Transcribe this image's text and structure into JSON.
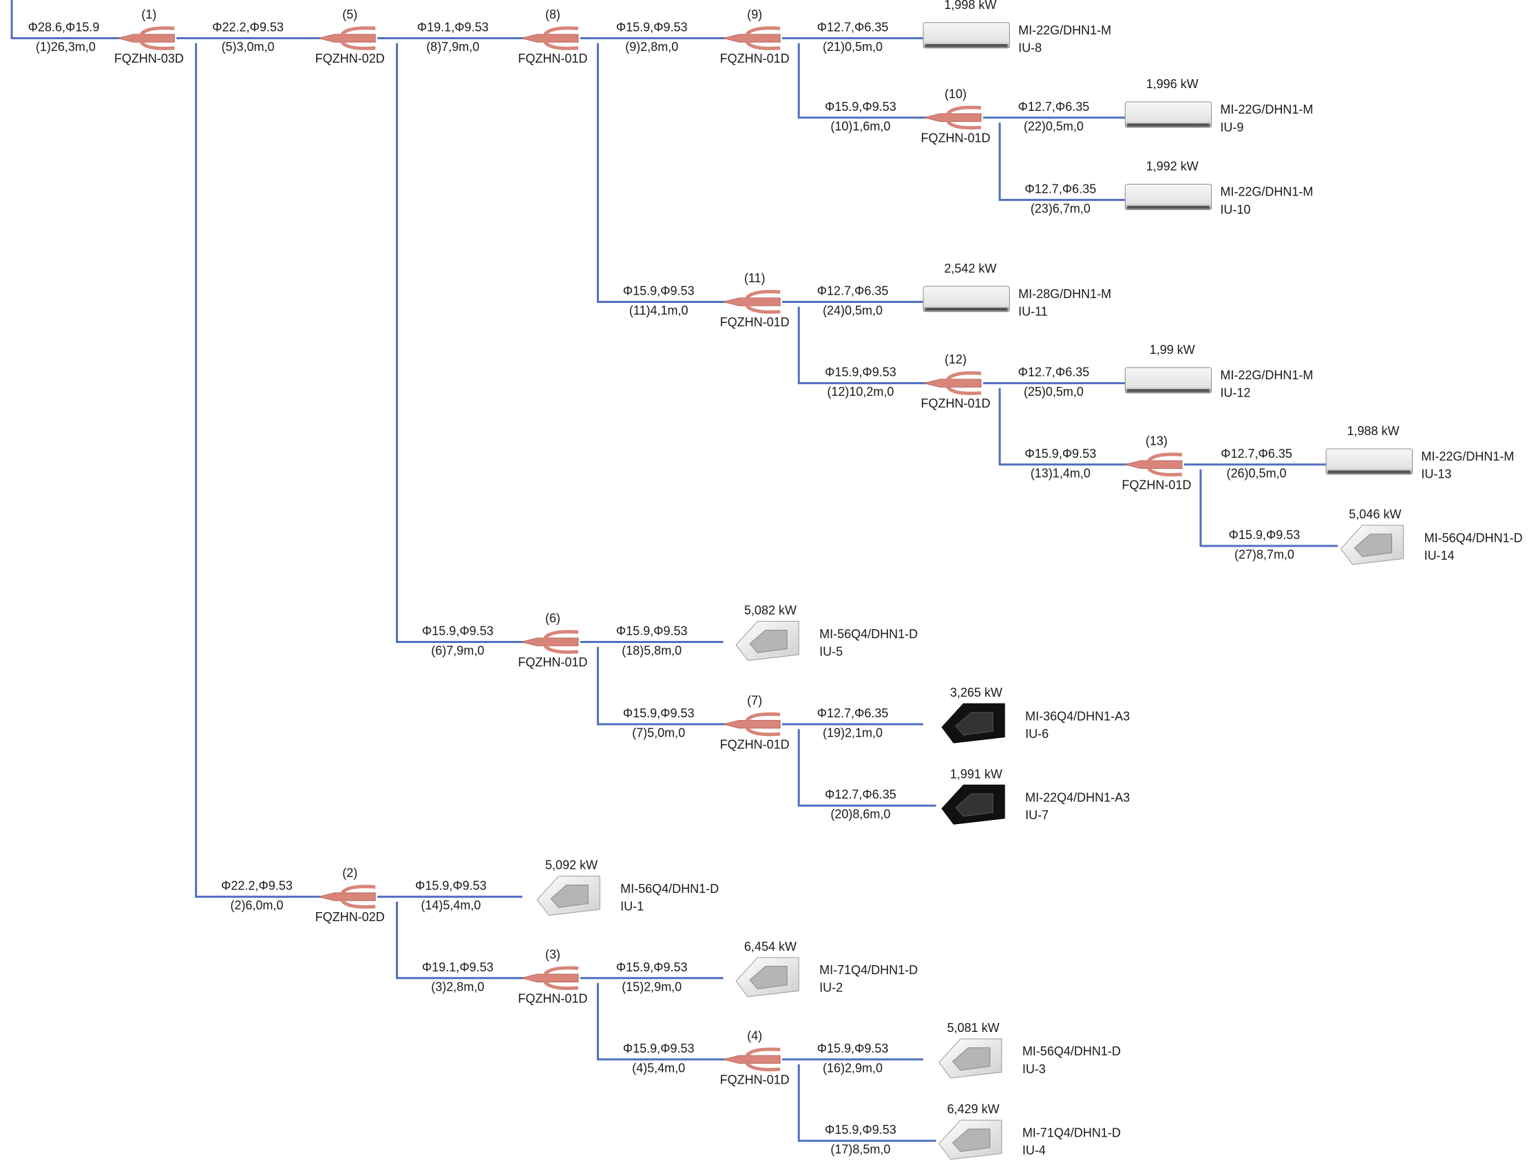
{
  "diagram": {
    "main_line": {
      "spec": "Φ28.6,Φ15.9",
      "seg": "(1)26,3m,0"
    },
    "joints": [
      {
        "id": "j1",
        "num": "(1)",
        "model": "FQZHN-03D"
      },
      {
        "id": "j5",
        "num": "(5)",
        "model": "FQZHN-02D"
      },
      {
        "id": "j8",
        "num": "(8)",
        "model": "FQZHN-01D"
      },
      {
        "id": "j9",
        "num": "(9)",
        "model": "FQZHN-01D"
      },
      {
        "id": "j10",
        "num": "(10)",
        "model": "FQZHN-01D"
      },
      {
        "id": "j11",
        "num": "(11)",
        "model": "FQZHN-01D"
      },
      {
        "id": "j12",
        "num": "(12)",
        "model": "FQZHN-01D"
      },
      {
        "id": "j13",
        "num": "(13)",
        "model": "FQZHN-01D"
      },
      {
        "id": "j6",
        "num": "(6)",
        "model": "FQZHN-01D"
      },
      {
        "id": "j7",
        "num": "(7)",
        "model": "FQZHN-01D"
      },
      {
        "id": "j2",
        "num": "(2)",
        "model": "FQZHN-02D"
      },
      {
        "id": "j3",
        "num": "(3)",
        "model": "FQZHN-01D"
      },
      {
        "id": "j4",
        "num": "(4)",
        "model": "FQZHN-01D"
      }
    ],
    "pipes": [
      {
        "id": "p5",
        "spec": "Φ22.2,Φ9.53",
        "seg": "(5)3,0m,0"
      },
      {
        "id": "p8",
        "spec": "Φ19.1,Φ9.53",
        "seg": "(8)7,9m,0"
      },
      {
        "id": "p9",
        "spec": "Φ15.9,Φ9.53",
        "seg": "(9)2,8m,0"
      },
      {
        "id": "p21",
        "spec": "Φ12.7,Φ6.35",
        "seg": "(21)0,5m,0"
      },
      {
        "id": "p10",
        "spec": "Φ15.9,Φ9.53",
        "seg": "(10)1,6m,0"
      },
      {
        "id": "p22",
        "spec": "Φ12.7,Φ6.35",
        "seg": "(22)0,5m,0"
      },
      {
        "id": "p23",
        "spec": "Φ12.7,Φ6.35",
        "seg": "(23)6,7m,0"
      },
      {
        "id": "p11",
        "spec": "Φ15.9,Φ9.53",
        "seg": "(11)4,1m,0"
      },
      {
        "id": "p24",
        "spec": "Φ12.7,Φ6.35",
        "seg": "(24)0,5m,0"
      },
      {
        "id": "p12",
        "spec": "Φ15.9,Φ9.53",
        "seg": "(12)10,2m,0"
      },
      {
        "id": "p25",
        "spec": "Φ12.7,Φ6.35",
        "seg": "(25)0,5m,0"
      },
      {
        "id": "p13",
        "spec": "Φ15.9,Φ9.53",
        "seg": "(13)1,4m,0"
      },
      {
        "id": "p26",
        "spec": "Φ12.7,Φ6.35",
        "seg": "(26)0,5m,0"
      },
      {
        "id": "p27",
        "spec": "Φ15.9,Φ9.53",
        "seg": "(27)8,7m,0"
      },
      {
        "id": "p6",
        "spec": "Φ15.9,Φ9.53",
        "seg": "(6)7,9m,0"
      },
      {
        "id": "p18",
        "spec": "Φ15.9,Φ9.53",
        "seg": "(18)5,8m,0"
      },
      {
        "id": "p7",
        "spec": "Φ15.9,Φ9.53",
        "seg": "(7)5,0m,0"
      },
      {
        "id": "p19",
        "spec": "Φ12.7,Φ6.35",
        "seg": "(19)2,1m,0"
      },
      {
        "id": "p20",
        "spec": "Φ12.7,Φ6.35",
        "seg": "(20)8,6m,0"
      },
      {
        "id": "p2",
        "spec": "Φ22.2,Φ9.53",
        "seg": "(2)6,0m,0"
      },
      {
        "id": "p14",
        "spec": "Φ15.9,Φ9.53",
        "seg": "(14)5,4m,0"
      },
      {
        "id": "p3",
        "spec": "Φ19.1,Φ9.53",
        "seg": "(3)2,8m,0"
      },
      {
        "id": "p15",
        "spec": "Φ15.9,Φ9.53",
        "seg": "(15)2,9m,0"
      },
      {
        "id": "p4",
        "spec": "Φ15.9,Φ9.53",
        "seg": "(4)5,4m,0"
      },
      {
        "id": "p16",
        "spec": "Φ15.9,Φ9.53",
        "seg": "(16)2,9m,0"
      },
      {
        "id": "p17",
        "spec": "Φ15.9,Φ9.53",
        "seg": "(17)8,5m,0"
      }
    ],
    "units": [
      {
        "id": "u8",
        "kw": "1,998  kW",
        "model": "MI-22G/DHN1-M",
        "tag": "IU-8",
        "style": "wall"
      },
      {
        "id": "u9",
        "kw": "1,996  kW",
        "model": "MI-22G/DHN1-M",
        "tag": "IU-9",
        "style": "wall"
      },
      {
        "id": "u10",
        "kw": "1,992  kW",
        "model": "MI-22G/DHN1-M",
        "tag": "IU-10",
        "style": "wall"
      },
      {
        "id": "u11",
        "kw": "2,542  kW",
        "model": "MI-28G/DHN1-M",
        "tag": "IU-11",
        "style": "wall"
      },
      {
        "id": "u12",
        "kw": "1,99  kW",
        "model": "MI-22G/DHN1-M",
        "tag": "IU-12",
        "style": "wall"
      },
      {
        "id": "u13",
        "kw": "1,988  kW",
        "model": "MI-22G/DHN1-M",
        "tag": "IU-13",
        "style": "wall"
      },
      {
        "id": "u14",
        "kw": "5,046  kW",
        "model": "MI-56Q4/DHN1-D",
        "tag": "IU-14",
        "style": "cassette"
      },
      {
        "id": "u5",
        "kw": "5,082  kW",
        "model": "MI-56Q4/DHN1-D",
        "tag": "IU-5",
        "style": "cassette"
      },
      {
        "id": "u6",
        "kw": "3,265  kW",
        "model": "MI-36Q4/DHN1-A3",
        "tag": "IU-6",
        "style": "cassette-dark"
      },
      {
        "id": "u7",
        "kw": "1,991  kW",
        "model": "MI-22Q4/DHN1-A3",
        "tag": "IU-7",
        "style": "cassette-dark"
      },
      {
        "id": "u1",
        "kw": "5,092  kW",
        "model": "MI-56Q4/DHN1-D",
        "tag": "IU-1",
        "style": "cassette"
      },
      {
        "id": "u2",
        "kw": "6,454  kW",
        "model": "MI-71Q4/DHN1-D",
        "tag": "IU-2",
        "style": "cassette"
      },
      {
        "id": "u3",
        "kw": "5,081  kW",
        "model": "MI-56Q4/DHN1-D",
        "tag": "IU-3",
        "style": "cassette"
      },
      {
        "id": "u4",
        "kw": "6,429  kW",
        "model": "MI-71Q4/DHN1-D",
        "tag": "IU-4",
        "style": "cassette"
      }
    ],
    "colors": {
      "pipe": "#4f6fc0",
      "joint": "#d9857a",
      "unit_light": "#ebebeb",
      "unit_dark": "#111111"
    }
  }
}
